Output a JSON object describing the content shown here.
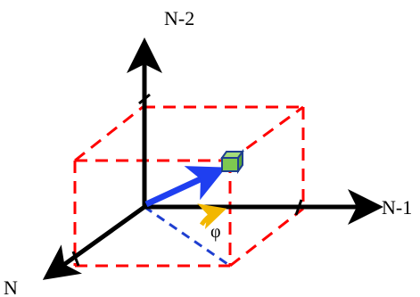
{
  "labels": {
    "axis_vertical": "N-2",
    "axis_horizontal": "N-1",
    "axis_depth": "N",
    "angle": "φ"
  },
  "colors": {
    "axis": "#000000",
    "box_dashed": "#ff0000",
    "projection_dashed": "#1f3fd0",
    "vector": "#1f3ff0",
    "angle_arc": "#f2b700",
    "cube_fill": "#7ec850",
    "cube_edge": "#1f3f8f"
  }
}
